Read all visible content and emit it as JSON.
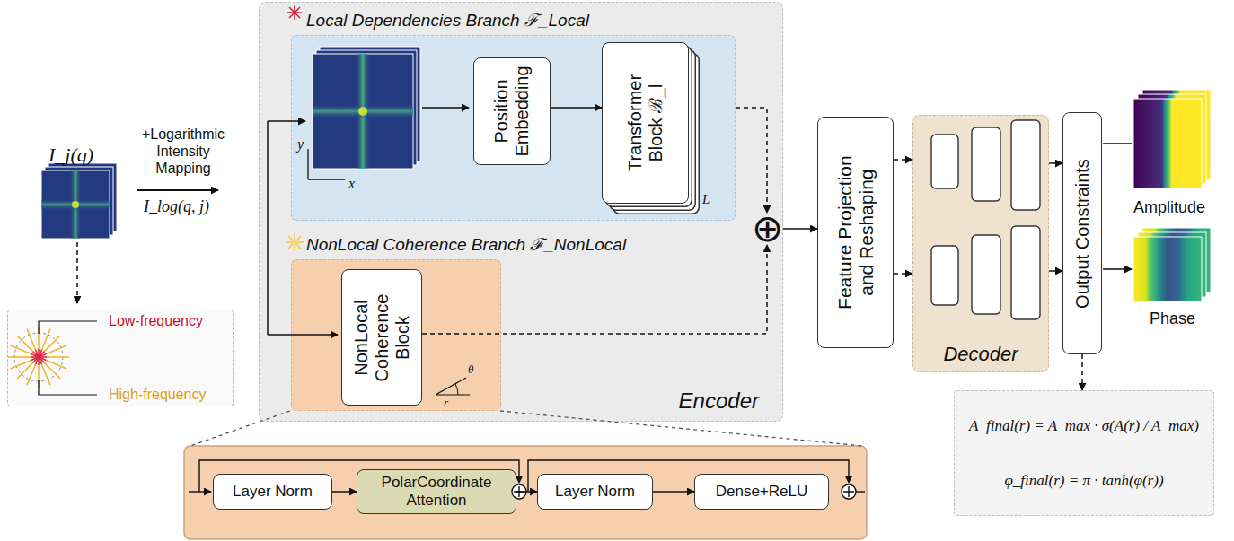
{
  "diagram": {
    "nodes": [
      {
        "text": [
          "Low-frequency",
          "High-frequency"
        ]
      },
      {
        "text": [
          "Encoder"
        ]
      },
      {
        "text": [
          "Local Dependencies Branch ℱ_Local"
        ],
        "in": 1
      },
      {
        "text": [
          "Position Embedding"
        ],
        "in": 2
      },
      {
        "text": [
          "Transformer Block ℬ_l"
        ],
        "in": 2
      },
      {
        "text": [
          "NonLocal Coherence Branch ℱ_NonLocal"
        ],
        "in": 1
      },
      {
        "text": [
          "NonLocal Coherence Block"
        ],
        "in": 5
      },
      {
        "text": [
          "⊕"
        ]
      },
      {
        "text": [
          "Feature Projection and Reshaping"
        ]
      },
      {
        "text": [
          "Decoder"
        ]
      },
      {
        "text": [
          "Output Constraints"
        ]
      },
      {
        "text": [
          "A_final(r) = A_max · σ(A(r) / A_max)",
          "φ_final(r) = π · tanh(φ(r))"
        ]
      },
      {
        "text": [
          "Layer Norm"
        ]
      },
      {
        "text": [
          "PolarCoordinate Attention"
        ]
      },
      {
        "text": [
          "Layer Norm"
        ]
      },
      {
        "text": [
          "Dense+ReLU"
        ]
      }
    ],
    "edges": [
      {
        "from": 3,
        "to": 4,
        "arrow": "to"
      },
      {
        "from": 2,
        "to": 7,
        "arrow": "to"
      },
      {
        "from": 6,
        "to": 7,
        "arrow": "to"
      },
      {
        "from": 7,
        "to": 8,
        "arrow": "to"
      },
      {
        "from": 8,
        "to": 9,
        "arrow": "to"
      },
      {
        "from": 8,
        "to": 9,
        "arrow": "to"
      },
      {
        "from": 9,
        "to": 10,
        "arrow": "to"
      },
      {
        "from": 9,
        "to": 10,
        "arrow": "to"
      },
      {
        "from": 10,
        "to": 11,
        "arrow": "to"
      },
      {
        "from": 12,
        "to": 13,
        "arrow": "to"
      },
      {
        "from": 13,
        "to": 14,
        "arrow": "to"
      },
      {
        "from": 14,
        "to": 15,
        "arrow": "to"
      }
    ],
    "labels": [
      "I_j(q)",
      "+Logarithmic Intensity Mapping",
      "I_log(q, j)",
      "y",
      "x",
      "L",
      "r",
      "θ",
      "Amplitude",
      "Phase"
    ]
  }
}
